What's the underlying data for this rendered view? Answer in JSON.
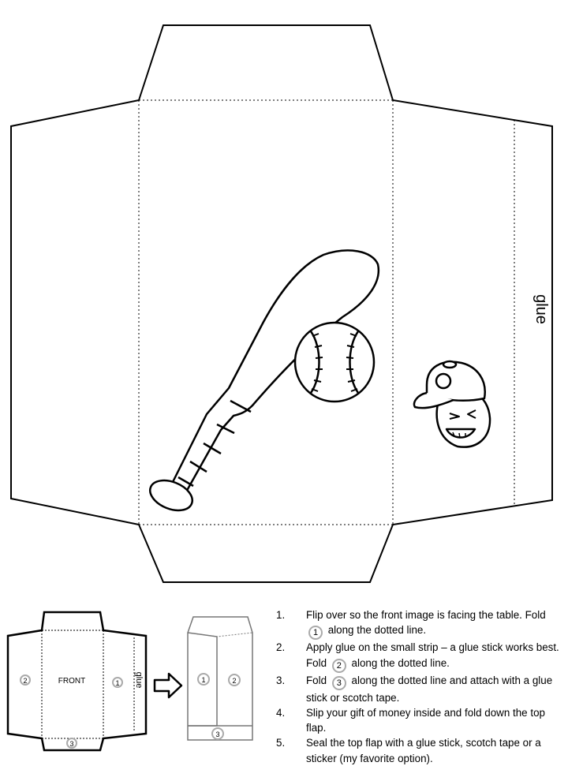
{
  "template": {
    "glue_label": "glue",
    "front_label": "FRONT"
  },
  "diagram": {
    "fold_markers": [
      "1",
      "2",
      "3"
    ],
    "small_glue_label": "glue"
  },
  "instructions": [
    {
      "num": "1.",
      "before": "Flip over so the front image is facing the table. Fold",
      "marker": "1",
      "after": "along the dotted line."
    },
    {
      "num": "2.",
      "before": "Apply glue on the small strip – a glue stick works best.  Fold",
      "marker": "2",
      "after": "along the dotted line."
    },
    {
      "num": "3.",
      "before": "Fold",
      "marker": "3",
      "after": "along the dotted line and attach with a glue stick or scotch tape."
    },
    {
      "num": "4.",
      "before": "Slip your gift of money inside and fold down the top flap.",
      "marker": "",
      "after": ""
    },
    {
      "num": "5.",
      "before": "Seal the top flap with a glue stick, scotch tape or a sticker (my favorite option).",
      "marker": "",
      "after": ""
    }
  ],
  "icons": [
    "baseball-bat-icon",
    "baseball-icon",
    "boy-with-cap-icon",
    "right-arrow-icon"
  ]
}
